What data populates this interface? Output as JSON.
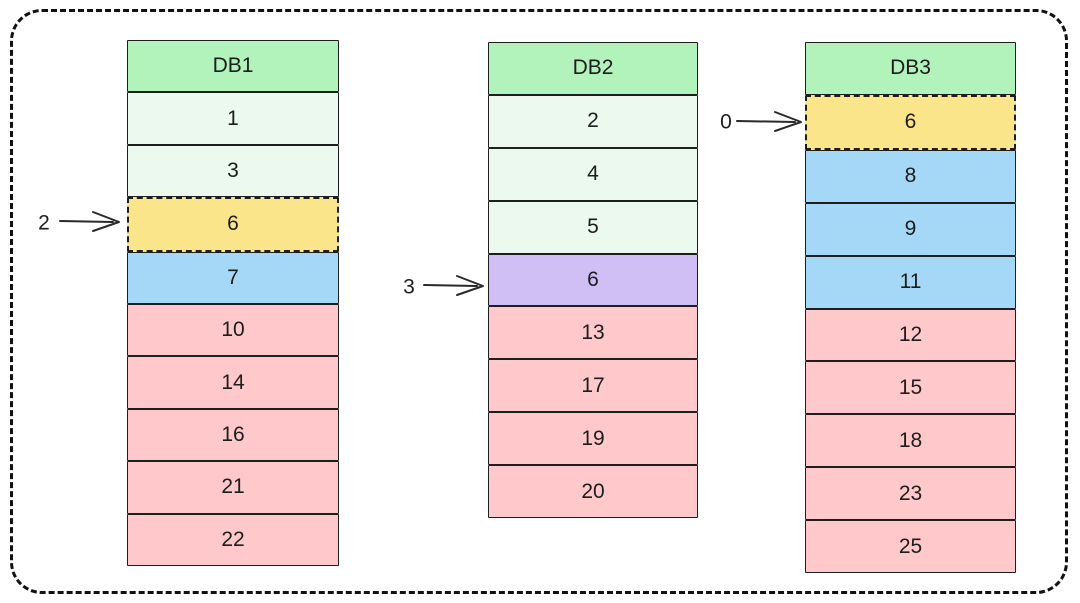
{
  "colors": {
    "header_green": "#b2f2bb",
    "light_green": "#ebf9ee",
    "yellow": "#fbe58b",
    "blue": "#a5d8f6",
    "purple": "#d0bff5",
    "pink": "#ffc9cb",
    "stroke": "#1e1e1e"
  },
  "columns": [
    {
      "title": "DB1",
      "rows": [
        {
          "value": "1",
          "color": "light_green"
        },
        {
          "value": "3",
          "color": "light_green"
        },
        {
          "value": "6",
          "color": "yellow",
          "highlighted": true
        },
        {
          "value": "7",
          "color": "blue"
        },
        {
          "value": "10",
          "color": "pink"
        },
        {
          "value": "14",
          "color": "pink"
        },
        {
          "value": "16",
          "color": "pink"
        },
        {
          "value": "21",
          "color": "pink"
        },
        {
          "value": "22",
          "color": "pink"
        }
      ]
    },
    {
      "title": "DB2",
      "rows": [
        {
          "value": "2",
          "color": "light_green"
        },
        {
          "value": "4",
          "color": "light_green"
        },
        {
          "value": "5",
          "color": "light_green"
        },
        {
          "value": "6",
          "color": "purple"
        },
        {
          "value": "13",
          "color": "pink"
        },
        {
          "value": "17",
          "color": "pink"
        },
        {
          "value": "19",
          "color": "pink"
        },
        {
          "value": "20",
          "color": "pink"
        }
      ]
    },
    {
      "title": "DB3",
      "rows": [
        {
          "value": "6",
          "color": "yellow",
          "highlighted": true
        },
        {
          "value": "8",
          "color": "blue"
        },
        {
          "value": "9",
          "color": "blue"
        },
        {
          "value": "11",
          "color": "blue"
        },
        {
          "value": "12",
          "color": "pink"
        },
        {
          "value": "15",
          "color": "pink"
        },
        {
          "value": "18",
          "color": "pink"
        },
        {
          "value": "23",
          "color": "pink"
        },
        {
          "value": "25",
          "color": "pink"
        }
      ]
    }
  ],
  "arrows": [
    {
      "label": "2",
      "points_to": "DB1 row 6"
    },
    {
      "label": "3",
      "points_to": "DB2 row 6"
    },
    {
      "label": "0",
      "points_to": "DB3 row 6"
    }
  ]
}
